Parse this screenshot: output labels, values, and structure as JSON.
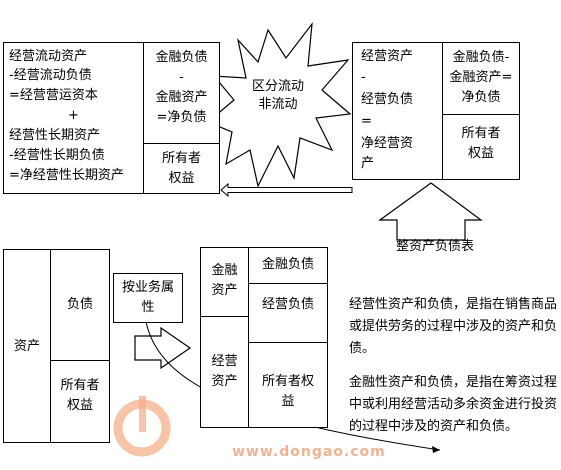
{
  "top_left": {
    "left_lines": [
      "经营流动资产",
      "-经营流动负债",
      "=经营营运资本",
      "+",
      "经营性长期资产",
      "-经营性长期负债",
      "=净经营性长期资产"
    ],
    "right_top_lines": [
      "金融负债",
      "-",
      "金融资产",
      "=净负债"
    ],
    "right_bottom_lines": [
      "所有者",
      "权益"
    ]
  },
  "burst": {
    "lines": [
      "区分流动",
      "非流动"
    ]
  },
  "top_right": {
    "left_lines": [
      "经营资产",
      "-",
      "经营负债",
      "=",
      "净经营资",
      "产"
    ],
    "right_top_lines": [
      "金融负债-",
      "金融资产=",
      "净负债"
    ],
    "right_bottom_lines": [
      "所有者",
      "权益"
    ]
  },
  "arrow_label": "整资产负债表",
  "bottom_left": {
    "asset": "资产",
    "liability": "负债",
    "equity_lines": [
      "所有者",
      "权益"
    ]
  },
  "attr_box": {
    "lines": [
      "按业务属",
      "性"
    ]
  },
  "bottom_mid": {
    "fin_asset_lines": [
      "金融",
      "资产"
    ],
    "op_asset_lines": [
      "经营",
      "资产"
    ],
    "fin_liab": "金融负债",
    "op_liab": "经营负债",
    "equity_lines": [
      "所有者权",
      "益"
    ]
  },
  "notes": [
    "经营性资产和负债，是指在销售商品或提供劳务的过程中涉及的资产和负债。",
    "金融性资产和负债，是指在筹资过程中或利用经营活动多余资金进行投资的过程中涉及的资产和负债。"
  ],
  "watermark": {
    "text": "www.dongao.com",
    "color": "#f0a070"
  }
}
